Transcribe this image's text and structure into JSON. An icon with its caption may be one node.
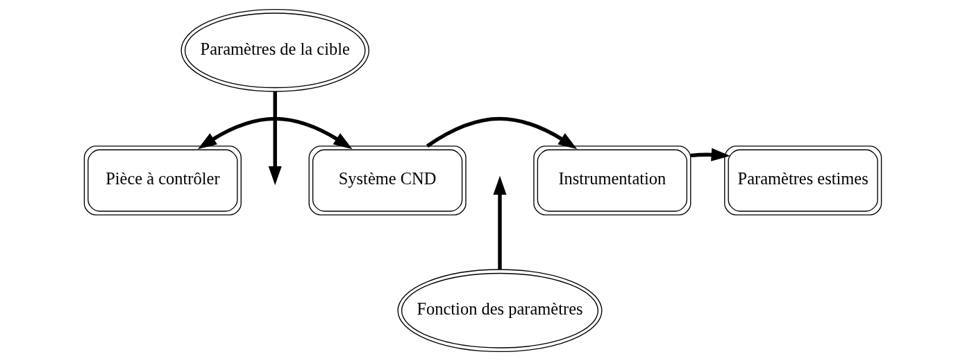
{
  "diagram": {
    "nodes": [
      {
        "text": [
          "Paramètres de la cible"
        ]
      },
      {
        "text": [
          "Pièce à contrôler"
        ]
      },
      {
        "text": [
          "Système CND"
        ]
      },
      {
        "text": [
          "Instrumentation"
        ]
      },
      {
        "text": [
          "Paramètres estimes"
        ]
      },
      {
        "text": [
          "Fonction des paramètres"
        ]
      }
    ],
    "edges": [
      {
        "from": 1,
        "to": 2,
        "arrow": "both"
      },
      {
        "from": 0,
        "to": null,
        "arrow": "to"
      },
      {
        "from": 2,
        "to": 3,
        "arrow": "to"
      },
      {
        "from": 5,
        "to": null,
        "arrow": "to"
      },
      {
        "from": 3,
        "to": 4,
        "arrow": "to"
      }
    ]
  }
}
